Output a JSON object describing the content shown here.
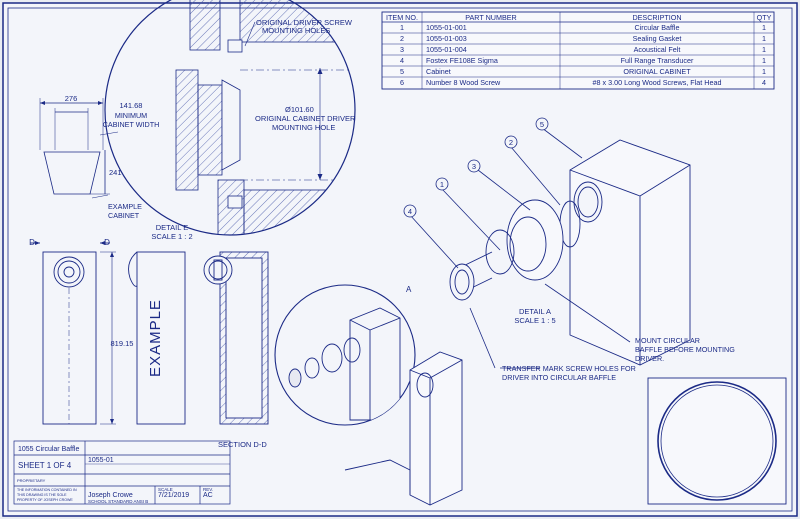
{
  "bom": {
    "headers": [
      "ITEM NO.",
      "PART NUMBER",
      "DESCRIPTION",
      "QTY"
    ],
    "rows": [
      {
        "item": "1",
        "part": "1055-01-001",
        "desc": "Circular Baffle",
        "qty": "1"
      },
      {
        "item": "2",
        "part": "1055-01-003",
        "desc": "Sealing Gasket",
        "qty": "1"
      },
      {
        "item": "3",
        "part": "1055-01-004",
        "desc": "Acoustical Felt",
        "qty": "1"
      },
      {
        "item": "4",
        "part": "Fostex FE108E Sigma",
        "desc": "Full Range Transducer",
        "qty": "1"
      },
      {
        "item": "5",
        "part": "Cabinet",
        "desc": "ORIGINAL CABINET",
        "qty": "1"
      },
      {
        "item": "6",
        "part": "Number 8 Wood Screw",
        "desc": "#8 x 3.00 Long Wood Screws, Flat Head",
        "qty": "4"
      }
    ]
  },
  "annotations": {
    "screw_holes_1": "ORIGINAL DRIVER SCREW",
    "screw_holes_2": "MOUNTING HOLES",
    "hole_dim": "Ø101.60",
    "hole_label_1": "ORIGINAL CABINET DRIVER",
    "hole_label_2": "MOUNTING HOLE",
    "detail_e_1": "DETAIL E",
    "detail_e_2": "SCALE 1 : 2",
    "dim_276": "276",
    "dim_14168": "141.68",
    "min_width_1": "MINIMUM",
    "min_width_2": "CABINET WIDTH",
    "dim_241": "241",
    "example_cab_1": "EXAMPLE",
    "example_cab_2": "CABINET",
    "dim_81915": "819.15",
    "example_vertical": "EXAMPLE",
    "section_mark_d": "D",
    "section_label": "SECTION D-D",
    "detail_a_1": "DETAIL A",
    "detail_a_2": "SCALE 1 : 5",
    "mount_note_1": "MOUNT CIRCULAR",
    "mount_note_2": "BAFFLE BEFORE MOUNTING",
    "mount_note_3": "DRIVER.",
    "transfer_note_1": "TRANSFER MARK SCREW HOLES FOR",
    "transfer_note_2": "DRIVER INTO CIRCULAR BAFFLE",
    "balloons": [
      "1",
      "2",
      "3",
      "4",
      "5"
    ],
    "detail_letter": "A"
  },
  "title_block": {
    "title": "1055 Circular Baffle",
    "sheet": "SHEET 1 OF 4",
    "dwg_no": "1055-01",
    "drawn_by": "Joseph Crowe",
    "date": "7/21/2019",
    "standard": "SCHOOL STANDARD ANSI B",
    "rev": "AC",
    "scale_lbl": "SCALE",
    "rev_lbl": "REV.",
    "prop_1": "PROPRIETARY",
    "prop_2": "THE INFORMATION CONTAINED IN",
    "prop_3": "THIS DRAWING IS THE SOLE",
    "prop_4": "PROPERTY OF JOSEPH CROWE"
  },
  "colors": {
    "ink": "#1b2a86",
    "paper": "#f3f5fa",
    "hatch": "#4656a8"
  }
}
